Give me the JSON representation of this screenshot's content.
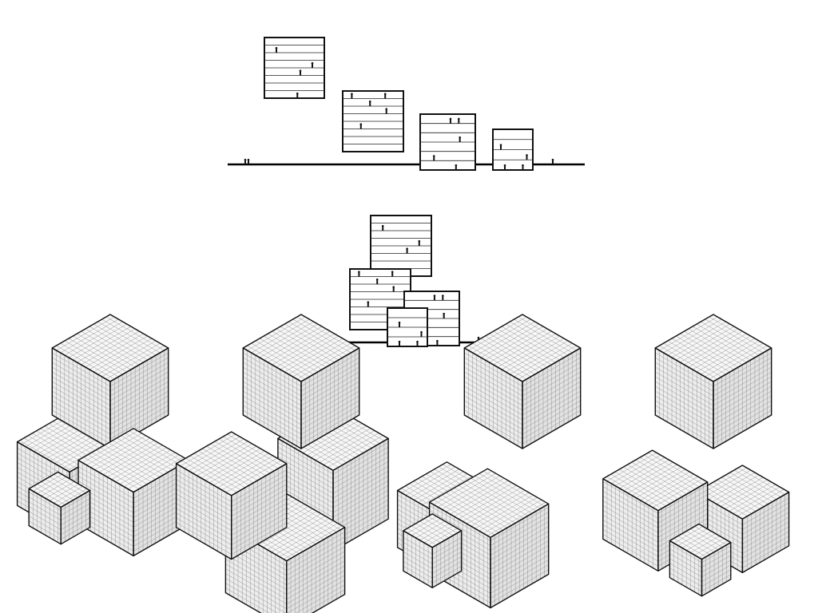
{
  "diagram": {
    "section_1": {
      "boxes": 4,
      "floors": [
        8,
        8,
        6,
        4
      ]
    },
    "section_2": {
      "boxes": 4,
      "floors": [
        8,
        8,
        6,
        4
      ]
    },
    "axonometrics": [
      {
        "variant": 1,
        "volumes": 4
      },
      {
        "variant": 2,
        "volumes": 4
      },
      {
        "variant": 3,
        "volumes": 4
      },
      {
        "variant": 4,
        "volumes": 4
      }
    ],
    "colors": {
      "line": "#111111",
      "grid": "#8c8c8c",
      "top": "#f7f7f7",
      "left": "#ededed",
      "right": "#e2e2e2"
    }
  }
}
